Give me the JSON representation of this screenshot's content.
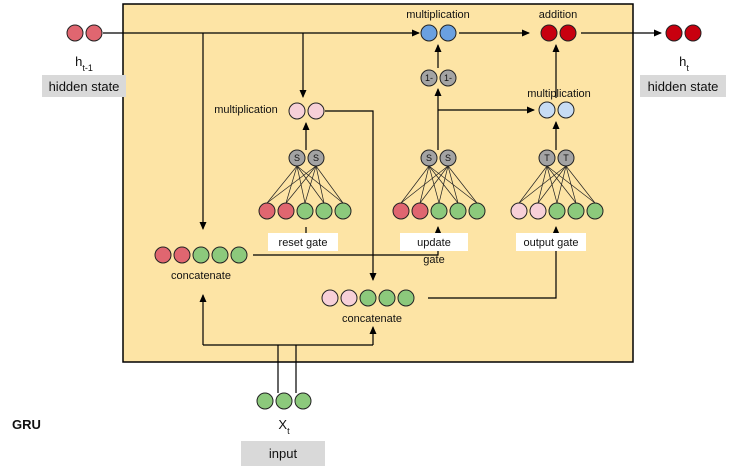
{
  "title": "GRU",
  "inputs": {
    "h_prev": {
      "symbol": "h",
      "subscript": "t-1",
      "caption": "hidden state"
    },
    "h_out": {
      "symbol": "h",
      "subscript": "t",
      "caption": "hidden state"
    },
    "x_in": {
      "symbol": "X",
      "subscript": "t",
      "caption": "input"
    }
  },
  "labels": {
    "mult_top": "multiplication",
    "addition": "addition",
    "mult_reset": "multiplication",
    "mult_output": "multiplication",
    "reset_gate": "reset gate",
    "update_gate_1": "update",
    "update_gate_2": "gate",
    "output_gate": "output gate",
    "concat_left": "concatenate",
    "concat_mid": "concatenate"
  },
  "node_glyphs": {
    "sigmoid": "S",
    "tanh": "T",
    "one_minus": "1-"
  },
  "colors": {
    "background_box": "#fde4a5",
    "red": "#e06670",
    "green": "#8cc97c",
    "pink": "#f7d0d8",
    "blue": "#6aa0e0",
    "light_blue": "#c7dcf4",
    "gray": "#a3a3a3",
    "dark_red": "#c8000f",
    "caption_bg": "#d9d9d9"
  }
}
